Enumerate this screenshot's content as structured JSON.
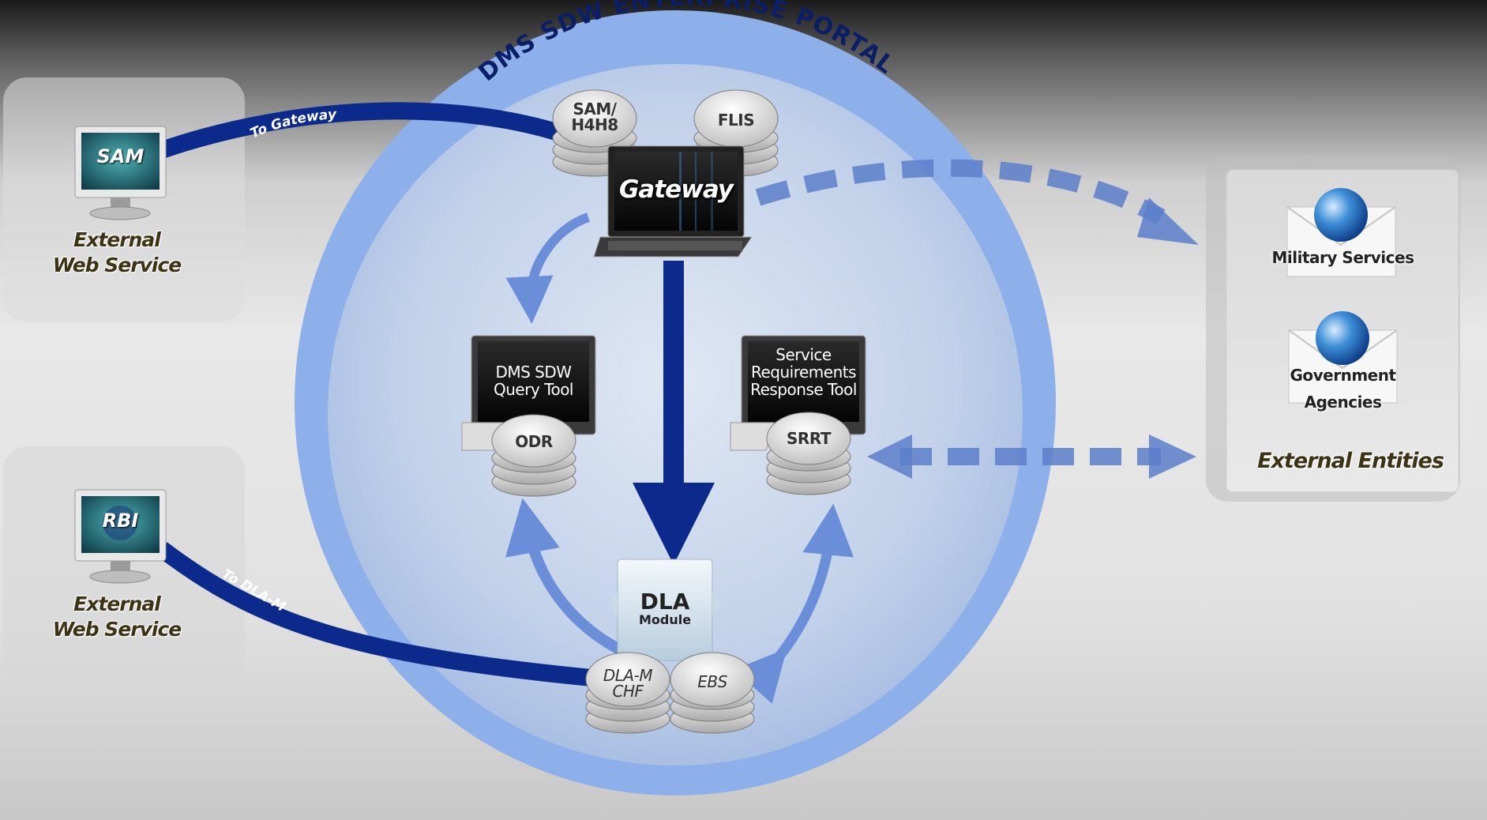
{
  "portal_title": "DMS SDW ENTERPRISE PORTAL",
  "left_services": [
    {
      "monitor_label": "SAM",
      "caption_line1": "External",
      "caption_line2": "Web Service",
      "link_label": "To Gateway"
    },
    {
      "monitor_label": "RBI",
      "caption_line1": "External",
      "caption_line2": "Web Service",
      "link_label": "To DLA-M"
    }
  ],
  "gateway": {
    "label": "Gateway",
    "databases": [
      {
        "line1": "SAM/",
        "line2": "H4H8"
      },
      {
        "line1": "FLIS",
        "line2": ""
      }
    ]
  },
  "query_tool": {
    "screen_line1": "DMS SDW",
    "screen_line2": "Query Tool",
    "database": "ODR"
  },
  "srrt_tool": {
    "screen_line1": "Service",
    "screen_line2": "Requirements",
    "screen_line3": "Response Tool",
    "database": "SRRT"
  },
  "dla_module": {
    "line1": "DLA",
    "line2": "Module",
    "databases": [
      {
        "line1": "DLA-M",
        "line2": "CHF"
      },
      {
        "line1": "EBS",
        "line2": ""
      }
    ]
  },
  "external_entities": {
    "title": "External Entities",
    "items": [
      {
        "line1": "Military Services",
        "line2": ""
      },
      {
        "line1": "Government",
        "line2": "Agencies"
      }
    ]
  },
  "colors": {
    "portal_ring": "#8eb0ea",
    "link_dark": "#0b2a8c",
    "arrow_light": "#6b8ed8",
    "arrow_dashed": "#5c7fca"
  }
}
